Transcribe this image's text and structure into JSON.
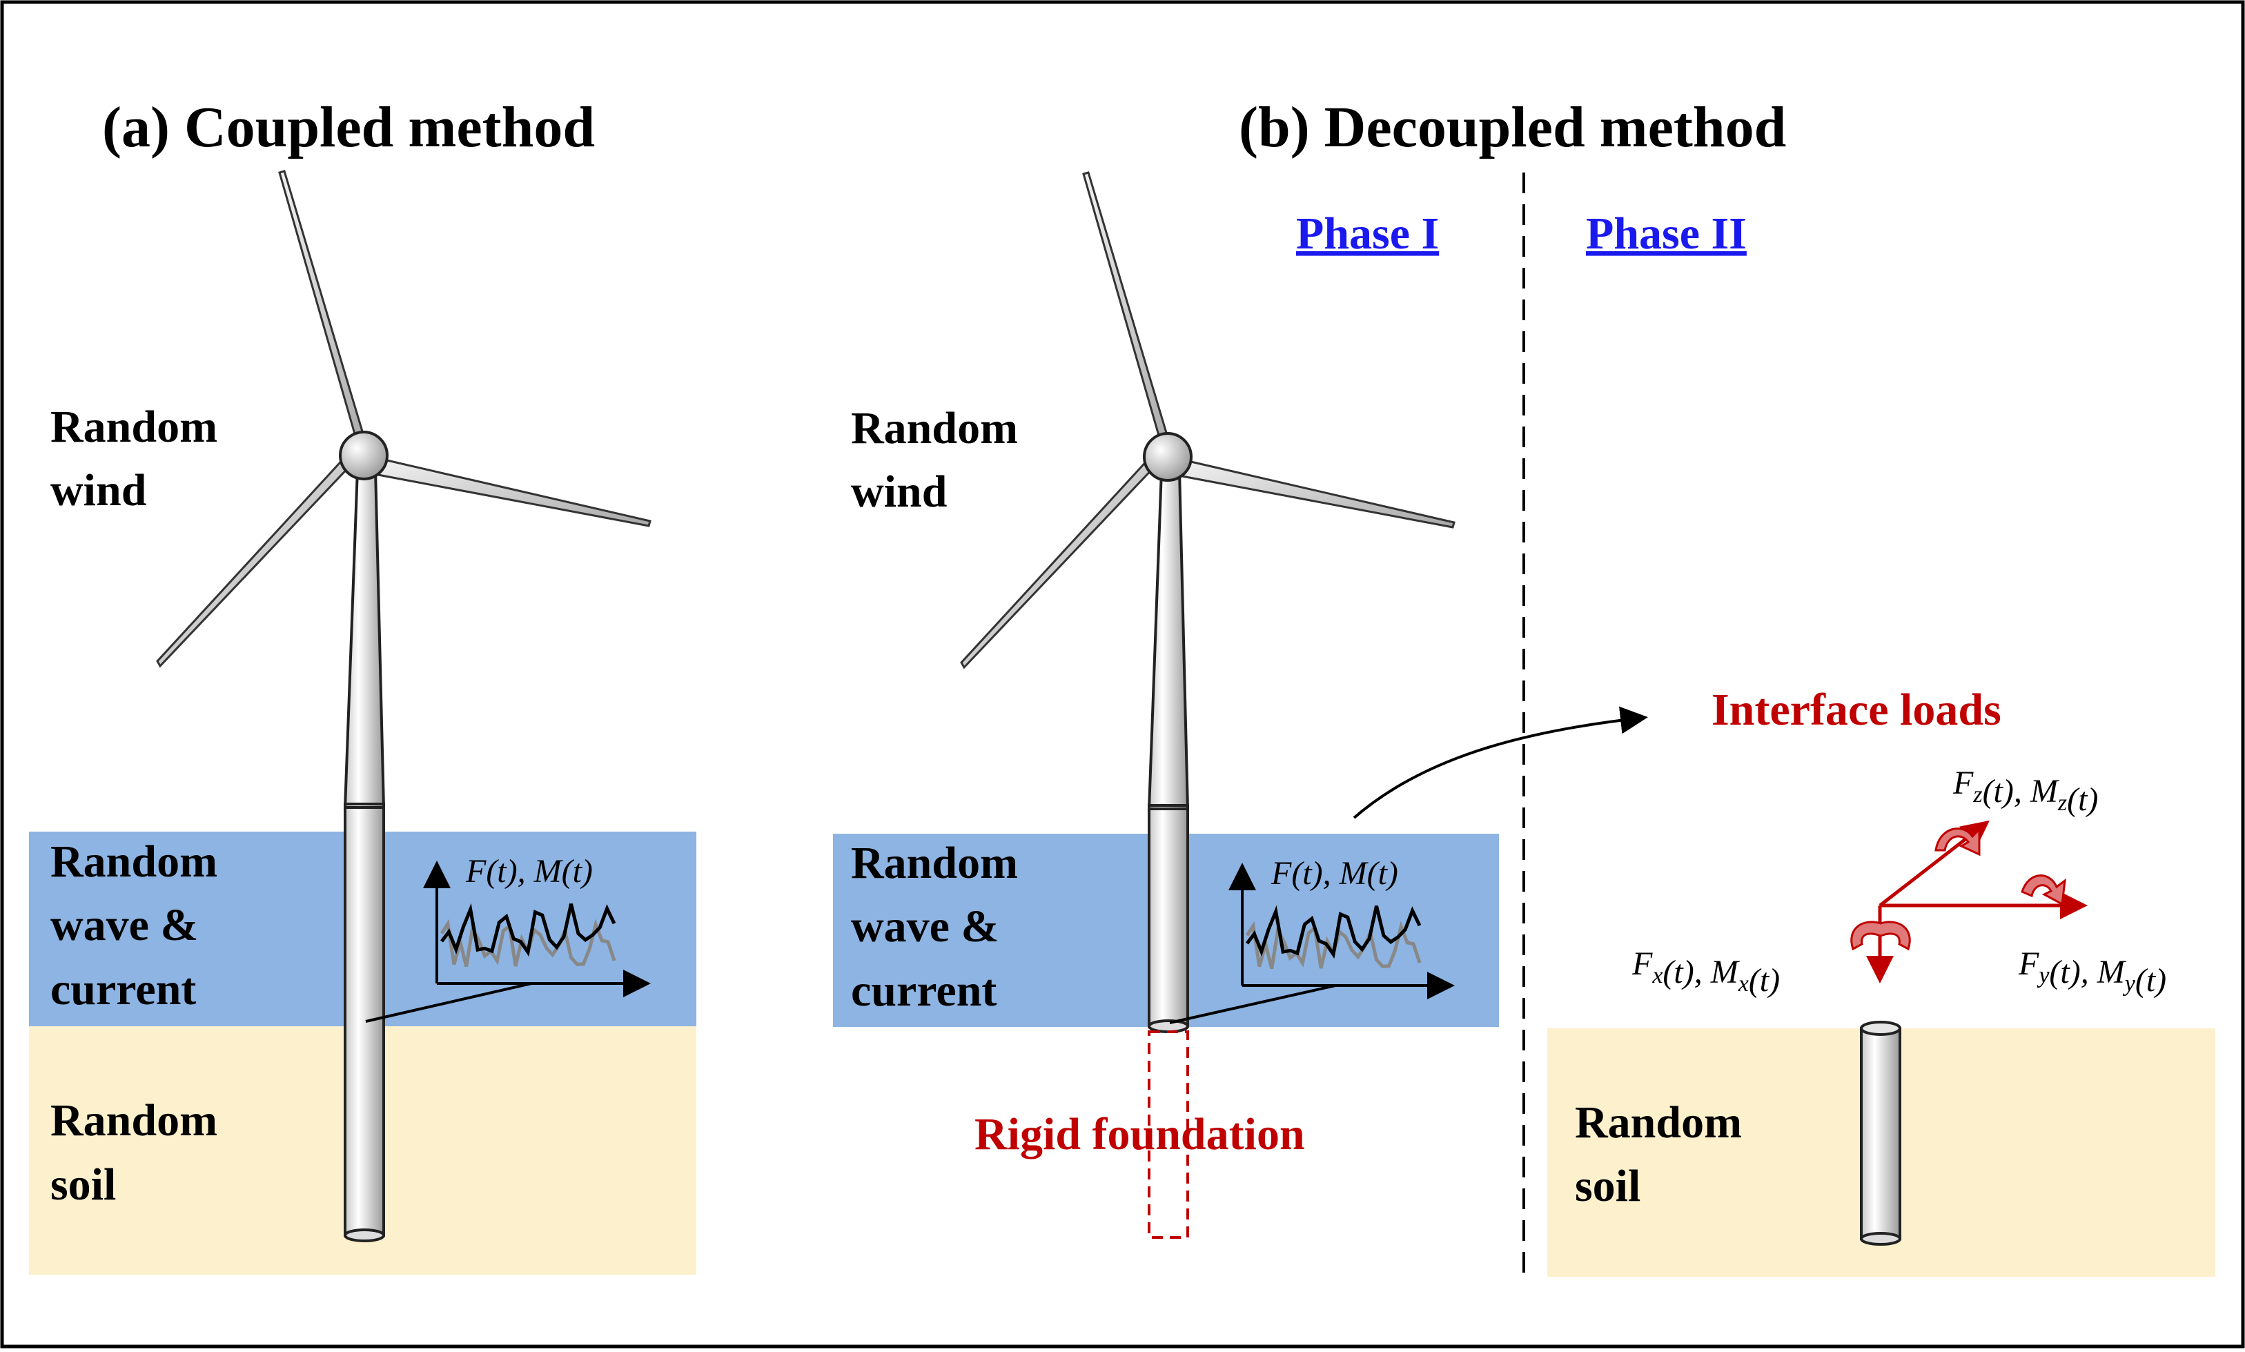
{
  "panels": {
    "coupled": {
      "title": "(a) Coupled method",
      "wind_label": [
        "Random",
        "wind"
      ],
      "wave_label": [
        "Random",
        "wave &",
        "current"
      ],
      "soil_label": [
        "Random",
        "soil"
      ],
      "load_signal": "F(t), M(t)"
    },
    "decoupled": {
      "title": "(b) Decoupled method",
      "phase1": "Phase I",
      "phase2": "Phase II",
      "wind_label": [
        "Random",
        "wind"
      ],
      "wave_label": [
        "Random",
        "wave &",
        "current"
      ],
      "soil_label": [
        "Random",
        "soil"
      ],
      "load_signal": "F(t), M(t)",
      "rigid_foundation": "Rigid foundation",
      "interface_loads": "Interface loads",
      "load_components": {
        "z": "F_z(t), M_z(t)",
        "x": "F_x(t), M_x(t)",
        "y": "F_y(t), M_y(t)"
      }
    }
  },
  "colors": {
    "water": "#8db4e2",
    "soil": "#fdf0cc",
    "accent_red": "#c00000",
    "phase_blue": "#1a1aee"
  }
}
